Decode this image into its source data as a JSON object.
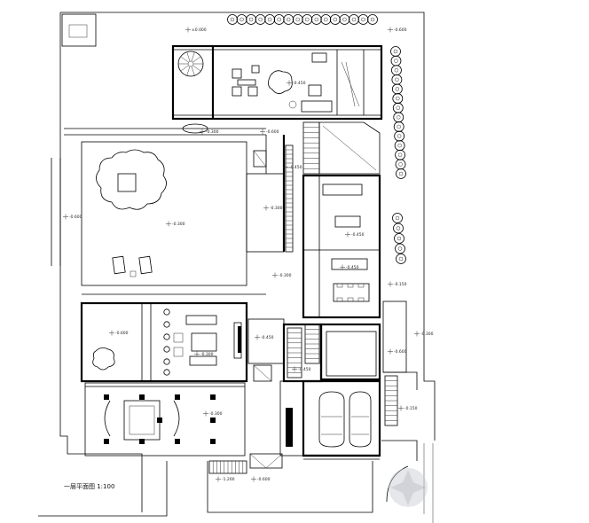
{
  "plan": {
    "scale_label": "一层平面图 1:100",
    "levels": [
      "±0.000",
      "-0.600",
      "-0.450",
      "-0.600",
      "-0.300",
      "-0.450",
      "-0.300",
      "-0.300",
      "-0.600",
      "-0.450",
      "-0.300",
      "-0.150",
      "-0.600",
      "-0.300",
      "-0.450",
      "-0.450",
      "-0.600",
      "-0.300",
      "-0.150",
      "-1.200",
      "-0.600",
      "-0.300",
      "-0.450"
    ]
  }
}
